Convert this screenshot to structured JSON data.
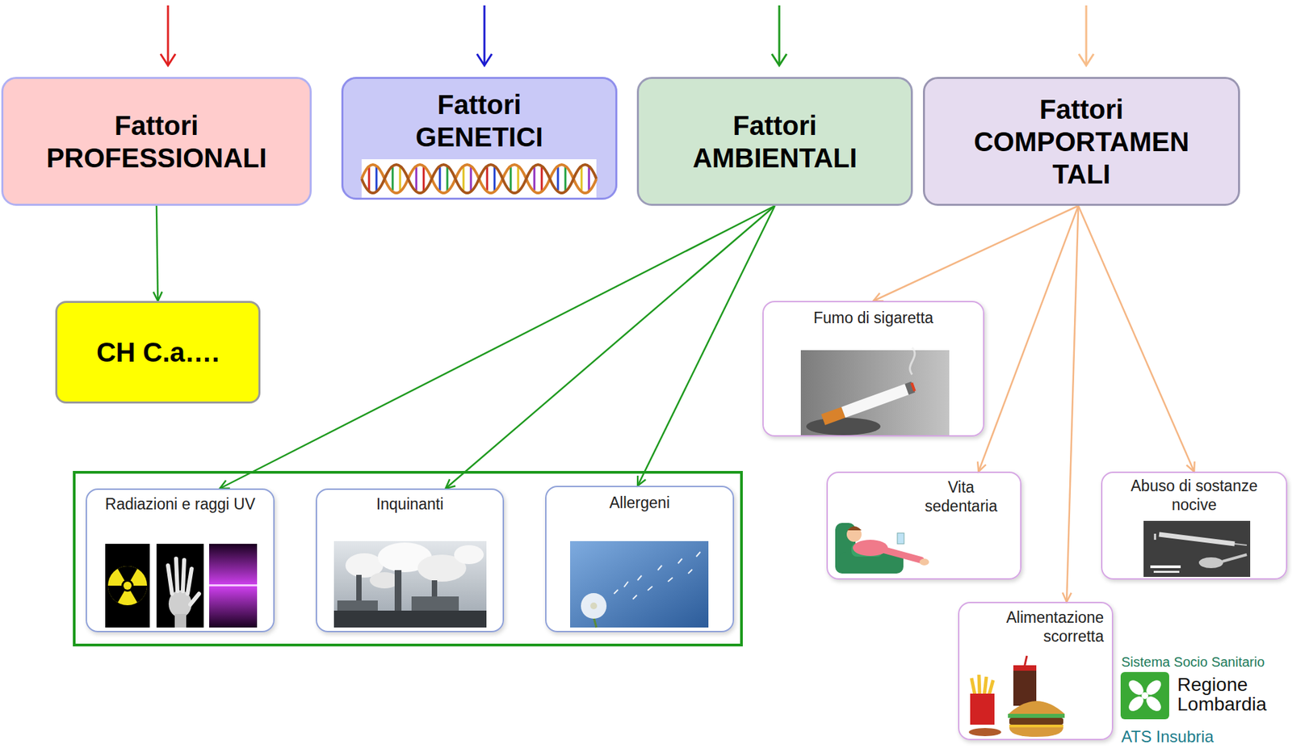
{
  "diagram": {
    "nodes": [
      {
        "text": [
          "Fattori PROFESSIONALI"
        ]
      },
      {
        "text": [
          "Fattori GENETICI"
        ]
      },
      {
        "text": [
          "Fattori AMBIENTALI"
        ]
      },
      {
        "text": [
          "Fattori COMPORTAMEN TALI"
        ]
      },
      {
        "text": [
          "CH C.a…."
        ]
      },
      {
        "text": [
          "Radiazioni e raggi UV"
        ]
      },
      {
        "text": [
          "Inquinanti"
        ]
      },
      {
        "text": [
          "Allergeni"
        ]
      },
      {
        "text": [
          "Fumo di sigaretta"
        ]
      },
      {
        "text": [
          "Vita sedentaria"
        ]
      },
      {
        "text": [
          "Abuso di sostanze nocive"
        ]
      },
      {
        "text": [
          "Alimentazione scorretta"
        ]
      }
    ],
    "edges": [
      {
        "from": 0,
        "to": 4,
        "arrow": "to"
      },
      {
        "from": 2,
        "to": 5,
        "arrow": "to"
      },
      {
        "from": 2,
        "to": 6,
        "arrow": "to"
      },
      {
        "from": 2,
        "to": 7,
        "arrow": "to"
      },
      {
        "from": 3,
        "to": 8,
        "arrow": "to"
      },
      {
        "from": 3,
        "to": 9,
        "arrow": "to"
      },
      {
        "from": 3,
        "to": 10,
        "arrow": "to"
      },
      {
        "from": 3,
        "to": 11,
        "arrow": "to"
      }
    ],
    "labels": [
      "Sistema Socio Sanitario",
      "Regione Lombardia",
      "ATS Insubria"
    ]
  }
}
